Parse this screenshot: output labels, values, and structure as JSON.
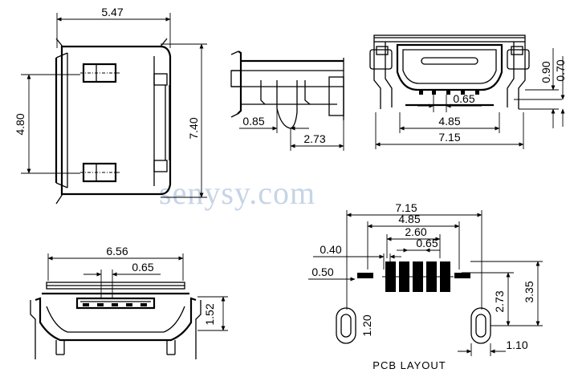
{
  "watermark": "senysy.com",
  "top_view": {
    "width": "5.47",
    "height": "4.80",
    "overall": "7.40"
  },
  "side_view": {
    "offset": "0.85",
    "depth": "2.73"
  },
  "front_view_top": {
    "dim_090": "0.90",
    "dim_070": "0.70",
    "pitch": "0.65",
    "pin_span": "4.85",
    "width": "7.15"
  },
  "front_view_bottom": {
    "width": "6.56",
    "pitch": "0.65",
    "height": "1.52"
  },
  "pcb_layout": {
    "caption": "PCB LAYOUT",
    "width": "7.15",
    "pin_span": "4.85",
    "inner_span": "2.60",
    "pitch": "0.65",
    "pad_width": "0.40",
    "side_pad": "0.50",
    "slot_height": "1.20",
    "slot_offset": "2.73",
    "total_height": "3.35",
    "slot_width": "1.10"
  }
}
